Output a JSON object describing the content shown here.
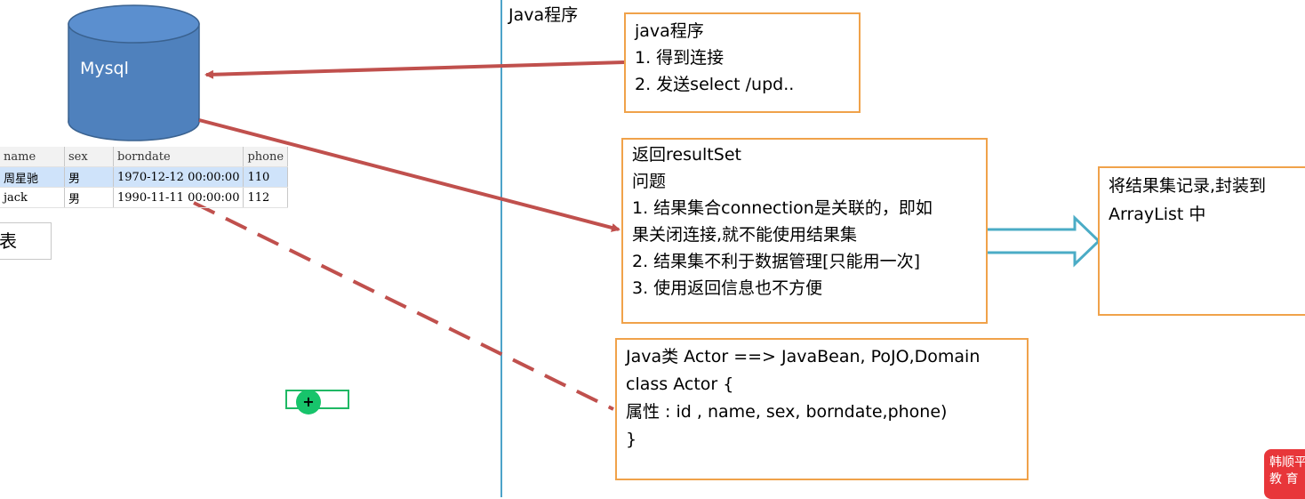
{
  "section_label": "Java程序",
  "database": {
    "label": "Mysql"
  },
  "table": {
    "columns": [
      "name",
      "sex",
      "borndate",
      "phone"
    ],
    "rows": [
      [
        "周星驰",
        "男",
        "1970-12-12 00:00:00",
        "110"
      ],
      [
        "jack",
        "男",
        "1990-11-11 00:00:00",
        "112"
      ]
    ],
    "caption": "表"
  },
  "program_box": {
    "lines": [
      "java程序",
      "1. 得到连接",
      "2. 发送select /upd.."
    ]
  },
  "result_box": {
    "lines": [
      "返回resultSet",
      "问题",
      "1. 结果集合connection是关联的，即如",
      "果关闭连接,就不能使用结果集",
      "2. 结果集不利于数据管理[只能用一次]",
      "3. 使用返回信息也不方便"
    ]
  },
  "arraylist_box": {
    "lines": [
      "将结果集记录,封装到",
      "ArrayList 中"
    ]
  },
  "javabean_box": {
    "lines": [
      "Java类 Actor  ==> JavaBean, PoJO,Domain",
      "class Actor {",
      "属性 : id , name, sex, borndate,phone)",
      "}"
    ]
  },
  "cursor_symbol": "+",
  "logo": {
    "lines": [
      "韩顺平",
      "教 育"
    ]
  },
  "colors": {
    "box_border": "#f0a24a",
    "arrow": "#c0504d",
    "cylinder": "#4f81bd",
    "divider": "#4da3c9",
    "block_arrow": "#4bacc6"
  }
}
